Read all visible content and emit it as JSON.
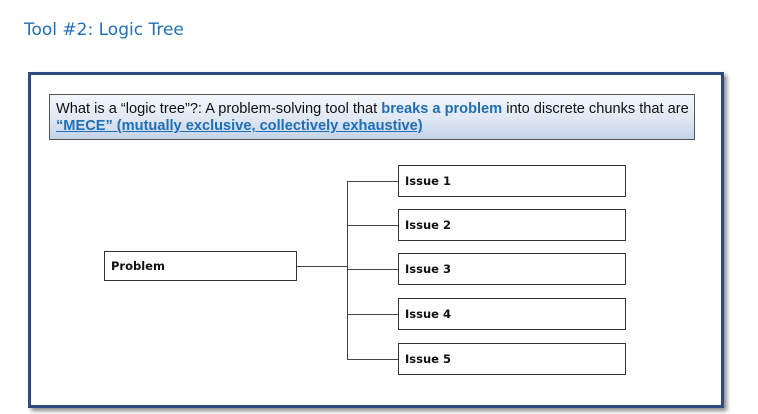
{
  "slide": {
    "title": "Tool #2: Logic Tree"
  },
  "definition": {
    "prefix": "What is a “logic tree”?: A problem-solving tool that ",
    "emphasis1": "breaks a problem",
    "middle": " into discrete chunks that are ",
    "emphasis2": "“MECE” (mutually exclusive, collectively exhaustive)"
  },
  "tree": {
    "root": "Problem",
    "branches": [
      "Issue 1",
      "Issue 2",
      "Issue 3",
      "Issue 4",
      "Issue 5"
    ]
  },
  "colors": {
    "accent": "#1f6fb5",
    "frame": "#2f4a7c"
  }
}
